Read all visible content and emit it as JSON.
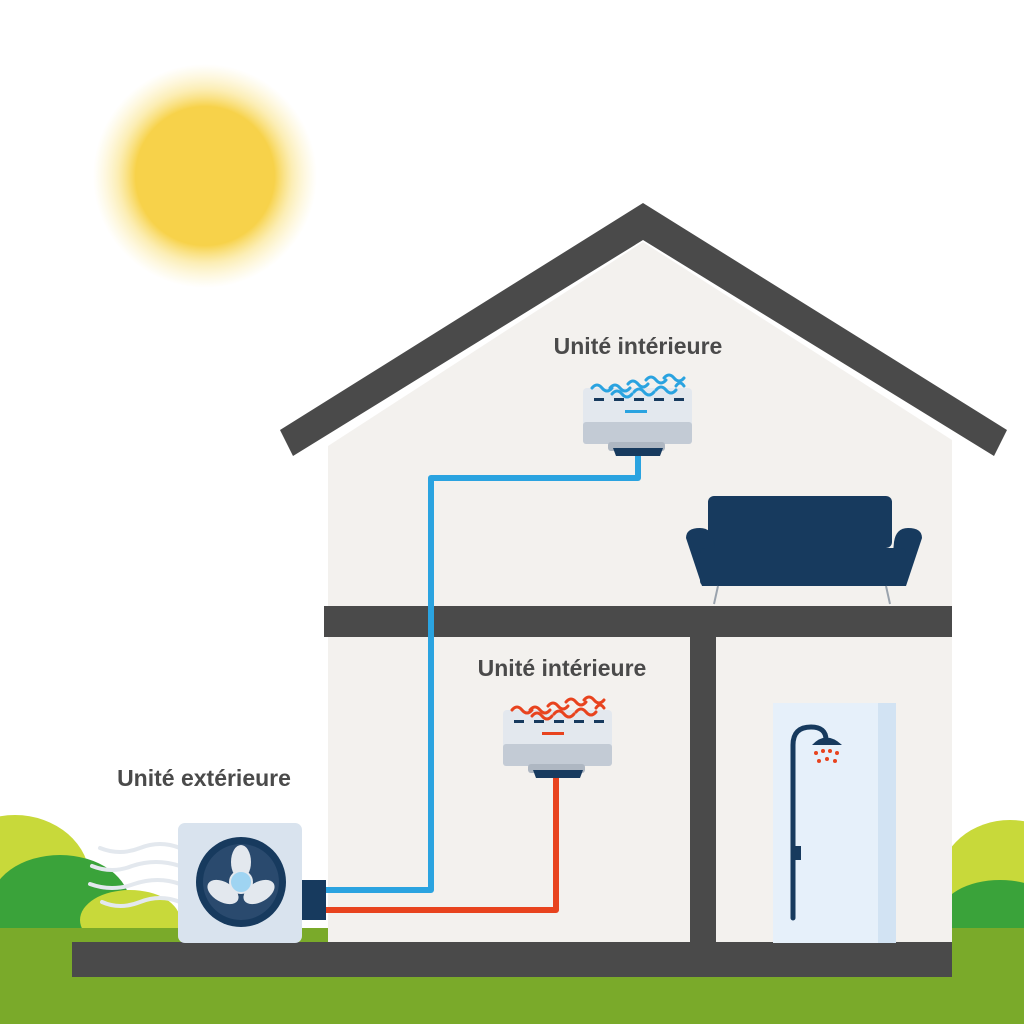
{
  "labels": {
    "indoor_unit_top": "Unité intérieure",
    "indoor_unit_bottom": "Unité intérieure",
    "outdoor_unit": "Unité extérieure"
  },
  "colors": {
    "sun": "#f7d24a",
    "roof": "#4a4a4a",
    "wall": "#f3f1ee",
    "floor": "#4a4a4a",
    "grass": "#7aaa2a",
    "cold_pipe": "#2aa3e0",
    "hot_pipe": "#e8431e",
    "sofa": "#173a5e",
    "shower_door": "#e6f0fa",
    "unit_body": "#e3e8ee"
  },
  "icons": [
    "sun-icon",
    "sofa-icon",
    "shower-icon",
    "fan-icon",
    "cold-airflow-icon",
    "warm-airflow-icon",
    "wind-icon"
  ]
}
